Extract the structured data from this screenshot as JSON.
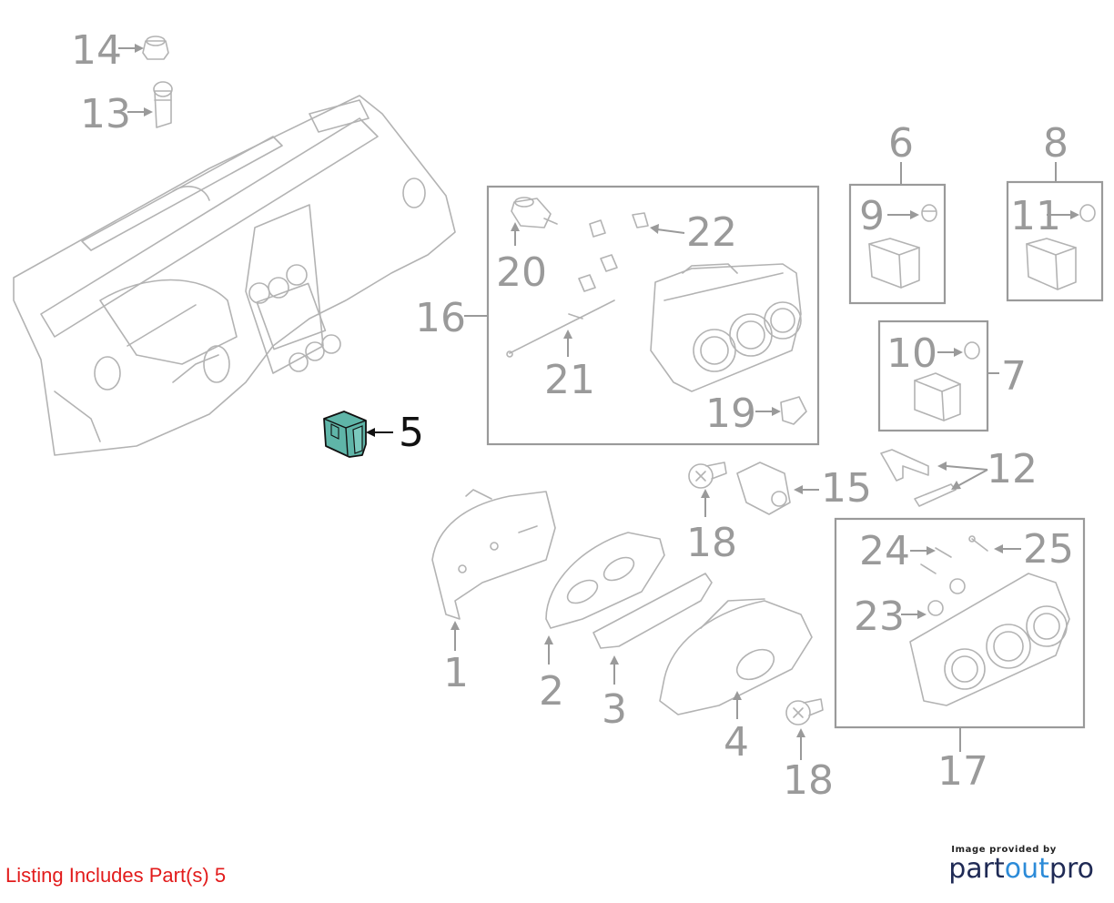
{
  "highlight_color": "#5fb5a8",
  "label_color": "#9a9a9a",
  "callouts": {
    "c1": "1",
    "c2": "2",
    "c3": "3",
    "c4": "4",
    "c5": "5",
    "c6": "6",
    "c7": "7",
    "c8": "8",
    "c9": "9",
    "c10": "10",
    "c11": "11",
    "c12": "12",
    "c13": "13",
    "c14": "14",
    "c15": "15",
    "c16": "16",
    "c17": "17",
    "c18a": "18",
    "c18b": "18",
    "c19": "19",
    "c20": "20",
    "c21": "21",
    "c22": "22",
    "c23": "23",
    "c24": "24",
    "c25": "25"
  },
  "footer": {
    "listing": "Listing Includes Part(s) 5",
    "provider_caption": "Image provided by",
    "provider_part1": "part",
    "provider_part2": "out",
    "provider_part3": "pro"
  }
}
